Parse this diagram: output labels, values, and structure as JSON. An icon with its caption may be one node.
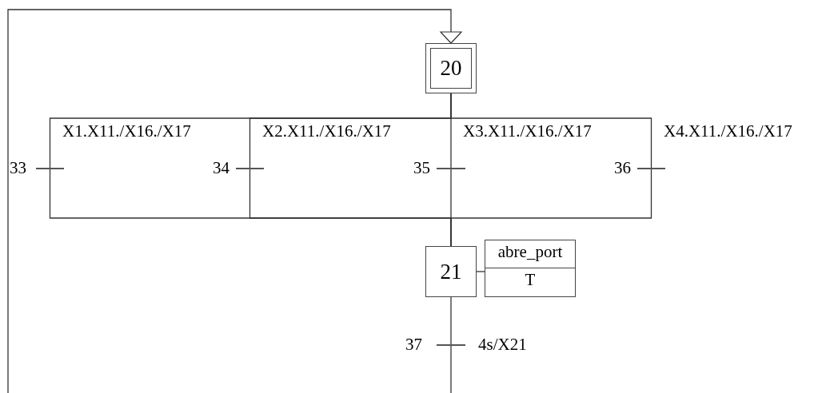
{
  "diagram": {
    "nodes": [
      {
        "text": [
          "20"
        ]
      },
      {
        "text": [],
        "shape": "bar",
        "beside": [
          "33",
          "X1.X11./X16./X17"
        ]
      },
      {
        "text": [],
        "shape": "bar",
        "beside": [
          "34",
          "X2.X11./X16./X17"
        ]
      },
      {
        "text": [],
        "shape": "bar",
        "beside": [
          "35",
          "X3.X11./X16./X17"
        ]
      },
      {
        "text": [],
        "shape": "bar",
        "beside": [
          "36",
          "X4.X11./X16./X17"
        ]
      },
      {
        "text": [
          "21"
        ]
      },
      {
        "text": [
          "abre_port",
          "T"
        ]
      },
      {
        "text": [],
        "shape": "bar",
        "beside": [
          "37",
          "4s/X21"
        ]
      }
    ],
    "edges": [
      {
        "from": 0,
        "to": 1,
        "arrow": "none"
      },
      {
        "from": 0,
        "to": 2,
        "arrow": "none"
      },
      {
        "from": 0,
        "to": 3,
        "arrow": "none"
      },
      {
        "from": 0,
        "to": 4,
        "arrow": "none"
      },
      {
        "from": 1,
        "to": 5,
        "arrow": "none"
      },
      {
        "from": 2,
        "to": 5,
        "arrow": "none"
      },
      {
        "from": 3,
        "to": 5,
        "arrow": "none"
      },
      {
        "from": 4,
        "to": 5,
        "arrow": "none"
      },
      {
        "from": 5,
        "to": 6,
        "arrow": "none"
      },
      {
        "from": 5,
        "to": 7,
        "arrow": "none"
      },
      {
        "from": 7,
        "to": null,
        "arrow": "none"
      },
      {
        "from": null,
        "to": 0,
        "arrow": "to"
      }
    ]
  }
}
